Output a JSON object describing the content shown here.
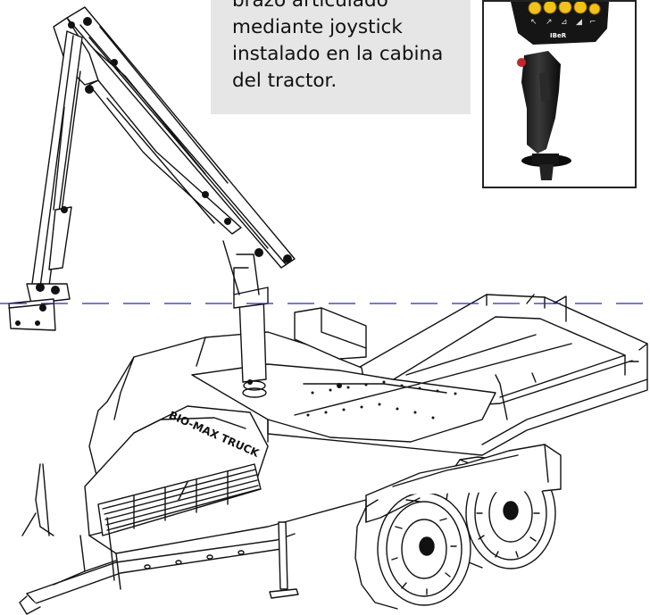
{
  "caption": {
    "lines": [
      "brazo articulado",
      "mediante joystick",
      "instalado en la cabina",
      "del tractor."
    ]
  },
  "machine": {
    "stencil": "BIO-MAX TRUCK"
  },
  "joystick": {
    "brand": "IBeR",
    "button_symbols": [
      "↖",
      "↗",
      "⊿",
      "◢",
      "⌐"
    ]
  },
  "colors": {
    "guide_line": "#2a2aa8",
    "caption_bg": "#e6e6e6",
    "button_yellow": "#f2c21b"
  }
}
